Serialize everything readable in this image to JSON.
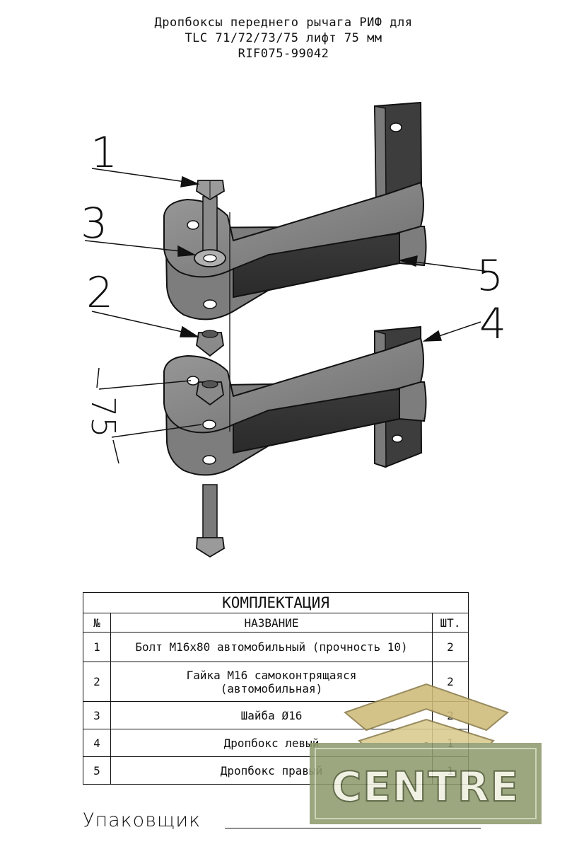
{
  "title": {
    "line1": "Дропбоксы переднего рычага РИФ для",
    "line2": "TLC 71/72/73/75 лифт 75 мм",
    "line3": "RIF075-99042"
  },
  "callouts": {
    "c1": "1",
    "c2": "2",
    "c3": "3",
    "c4": "4",
    "c5": "5",
    "dim": "75"
  },
  "table": {
    "caption": "КОМПЛЕКТАЦИЯ",
    "headers": {
      "no": "№",
      "name": "НАЗВАНИЕ",
      "qty": "ШТ."
    },
    "rows": [
      {
        "no": "1",
        "name": "Болт М16х80 автомобильный (прочность 10)",
        "qty": "2"
      },
      {
        "no": "2",
        "name": "Гайка М16 самоконтрящаяся\n(автомобильная)",
        "qty": "2"
      },
      {
        "no": "3",
        "name": "Шайба Ø16",
        "qty": "2"
      },
      {
        "no": "4",
        "name": "Дропбокс левый",
        "qty": "1"
      },
      {
        "no": "5",
        "name": "Дропбокс правый",
        "qty": "1"
      }
    ]
  },
  "footer": {
    "packer_label": "Упаковщик"
  },
  "logo": {
    "text": "CENTRE",
    "colors": {
      "olive": "#8f9a6e",
      "light": "#e6e9d8",
      "gold": "#cdbb78"
    }
  }
}
